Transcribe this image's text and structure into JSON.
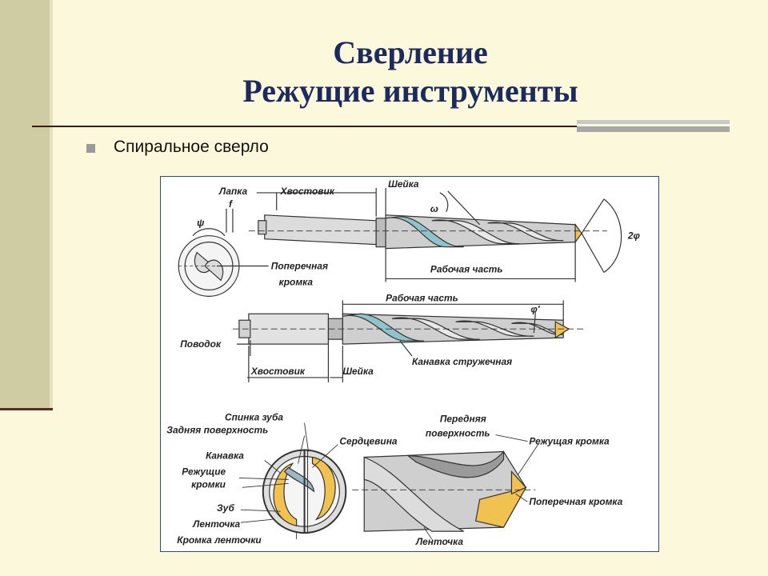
{
  "slide": {
    "title_line1": "Сверление",
    "title_line2": "Режущие инструменты",
    "bullet": "Спиральное сверло"
  },
  "figure": {
    "top_drill": {
      "lapka": "Лапка",
      "khvostovik": "Хвостовик",
      "sheika": "Шейка",
      "omega": "ω",
      "two_phi": "2φ",
      "psi": "ψ",
      "f": "f",
      "poperechnaya_kromka": "Поперечная кромка",
      "poperechnaya": "Поперечная",
      "kromka": "кромка",
      "rabochaya_chast": "Рабочая часть"
    },
    "mid_drill": {
      "rabochaya_chast": "Рабочая часть",
      "phi_prime": "φ'",
      "povodok": "Поводок",
      "khvostovik": "Хвостовик",
      "sheika": "Шейка",
      "kanavka": "Канавка стружечная"
    },
    "bottom": {
      "spinka_zuba": "Спинка зуба",
      "zadnyaya": "Задняя поверхность",
      "serdtsevina": "Сердцевина",
      "perednyaya1": "Передняя",
      "perednyaya2": "поверхность",
      "kanavka": "Канавка",
      "rezhushchie1": "Режущие",
      "rezhushchie2": "кромки",
      "zub": "Зуб",
      "lentochka": "Ленточка",
      "kromka_lentochki": "Кромка ленточки",
      "rezhushchaya_kromka": "Режущая кромка",
      "poperechnaya_kromka": "Поперечная кромка",
      "lentochka2": "Ленточка"
    }
  },
  "colors": {
    "title": "#1c2a5e",
    "flute": "#8fc4cc",
    "cut": "#f2c250",
    "steel": "#c9c9c9"
  }
}
